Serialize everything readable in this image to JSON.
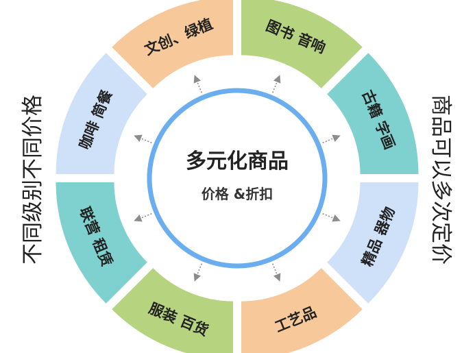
{
  "center": {
    "title": "多元化商品",
    "subtitle": "价格 &折扣"
  },
  "left_caption": "不同级别不同价格",
  "right_caption": "商品可以多次定价",
  "segments": [
    {
      "label": "图书 音响",
      "color": "#b6d37f"
    },
    {
      "label": "古籍 字画",
      "color": "#7fd1cf"
    },
    {
      "label": "精品 器物",
      "color": "#cfe1f9"
    },
    {
      "label": "工艺品",
      "color": "#f7c99a"
    },
    {
      "label": "服装 百货",
      "color": "#b6d37f"
    },
    {
      "label": "联营 租赁",
      "color": "#7fd1cf"
    },
    {
      "label": "咖啡 简餐",
      "color": "#cfe1f9"
    },
    {
      "label": "文创、绿植",
      "color": "#f7c99a"
    }
  ],
  "colors": {
    "ring": "#6aaef0",
    "arrow": "#8c8c8c"
  }
}
